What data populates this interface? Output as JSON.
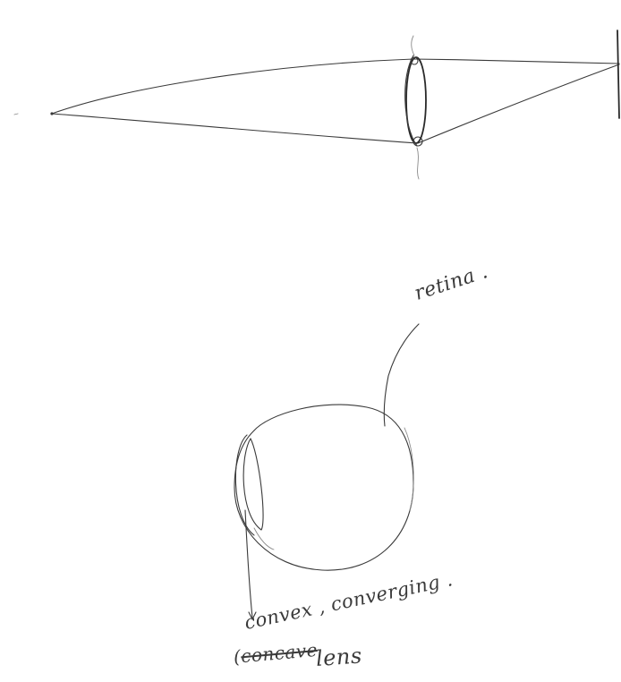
{
  "diagram": {
    "labels": {
      "retina": "retina .",
      "convex": "convex , converging .",
      "concave": "concave",
      "lens": "lens"
    }
  }
}
